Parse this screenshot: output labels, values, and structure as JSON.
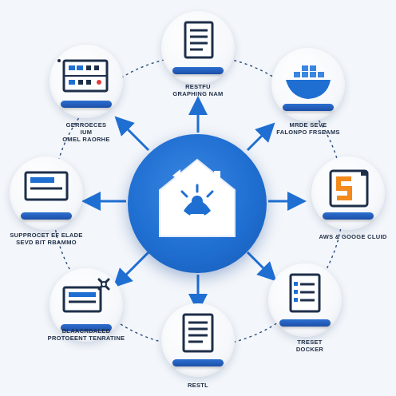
{
  "diagram": {
    "hub": {
      "icon": "home-cloud-icon"
    },
    "nodes": [
      {
        "id": "top",
        "icon": "document-icon",
        "label": [
          "RESTFU",
          "GRAPHING NAM"
        ]
      },
      {
        "id": "top-right",
        "icon": "docker-whale-icon",
        "label": [
          "MRDE SEVE",
          "FALONPO FRSEAMS"
        ]
      },
      {
        "id": "right",
        "icon": "cloud-service-icon",
        "label": [
          "AWS & GOOGE CLUID"
        ]
      },
      {
        "id": "bottom-right",
        "icon": "checklist-icon",
        "label": [
          "TRESET",
          "DOCKER"
        ]
      },
      {
        "id": "bottom",
        "icon": "document-icon",
        "label": [
          "RESTL"
        ]
      },
      {
        "id": "bottom-left",
        "icon": "tools-monitor-icon",
        "label": [
          "BLAACRBALED",
          "PROTOEENT TENRATINE"
        ]
      },
      {
        "id": "left",
        "icon": "monitor-window-icon",
        "label": [
          "SUPPROCET EF ELADE",
          "SEVD BIT RBAMMO"
        ]
      },
      {
        "id": "top-left",
        "icon": "server-rack-icon",
        "label": [
          "GERROECES",
          "IUM",
          "OMEL RAORHE"
        ]
      }
    ],
    "colors": {
      "accent": "#1f6fd2",
      "dark": "#1c4fa8",
      "orange": "#f28a1c",
      "background": "#f3f6fa"
    }
  }
}
